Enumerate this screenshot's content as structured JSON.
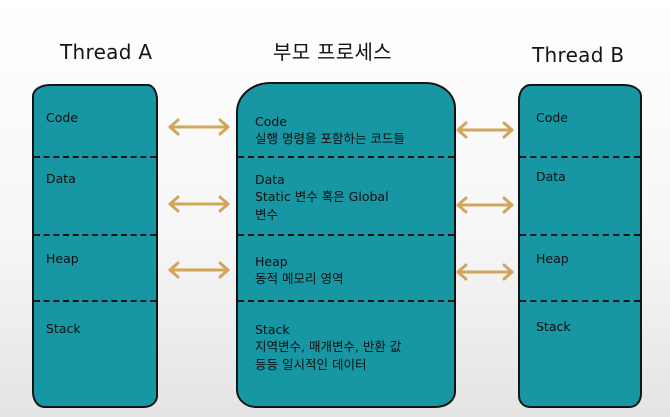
{
  "titles": {
    "thread_a": "Thread A",
    "parent": "부모 프로세스",
    "thread_b": "Thread B"
  },
  "thread_a": {
    "sections": [
      "Code",
      "Data",
      "Heap",
      "Stack"
    ]
  },
  "parent": {
    "sections": [
      {
        "label": "Code",
        "desc": "실행 명령을 포함하는 코드들"
      },
      {
        "label": "Data",
        "desc": "Static 변수 혹은 Global\n변수"
      },
      {
        "label": "Heap",
        "desc": "동적 메모리 영역"
      },
      {
        "label": "Stack",
        "desc": "지역변수, 매개변수, 반환 값\n등등 일시적인 데이터"
      }
    ]
  },
  "thread_b": {
    "sections": [
      "Code",
      "Data",
      "Heap",
      "Stack"
    ]
  },
  "colors": {
    "block_fill": "#1797a3",
    "arrow": "#d2a55c",
    "outline": "#141414"
  }
}
